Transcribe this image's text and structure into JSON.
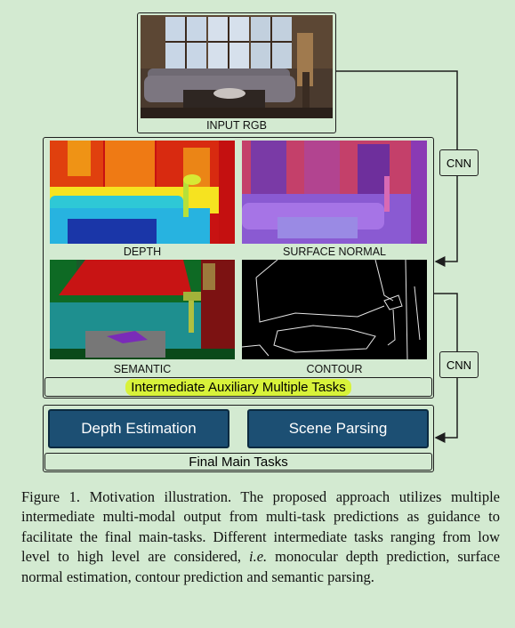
{
  "figure": {
    "input_label": "INPUT RGB",
    "panels": {
      "depth": "DEPTH",
      "surface_normal": "SURFACE NORMAL",
      "semantic": "SEMANTIC",
      "contour": "CONTOUR"
    },
    "cnn_top": "CNN",
    "cnn_bottom": "CNN",
    "intermediate_label": "Intermediate Auxiliary Multiple Tasks",
    "tasks": {
      "depth_estimation": "Depth Estimation",
      "scene_parsing": "Scene Parsing"
    },
    "final_label": "Final Main Tasks"
  },
  "caption": {
    "prefix": "Figure 1. Motivation illustration. The proposed approach utilizes multiple intermediate multi-modal output from multi-task predictions as guidance to facilitate the final main-tasks. Different intermediate tasks ranging from low level to high level are considered,",
    "ie": "i.e.",
    "suffix": "monocular depth prediction, surface normal estimation, contour prediction and semantic parsing."
  },
  "colors": {
    "background": "#d3ead1",
    "task_button": "#1c4f73",
    "highlight": "#d8f23a"
  }
}
